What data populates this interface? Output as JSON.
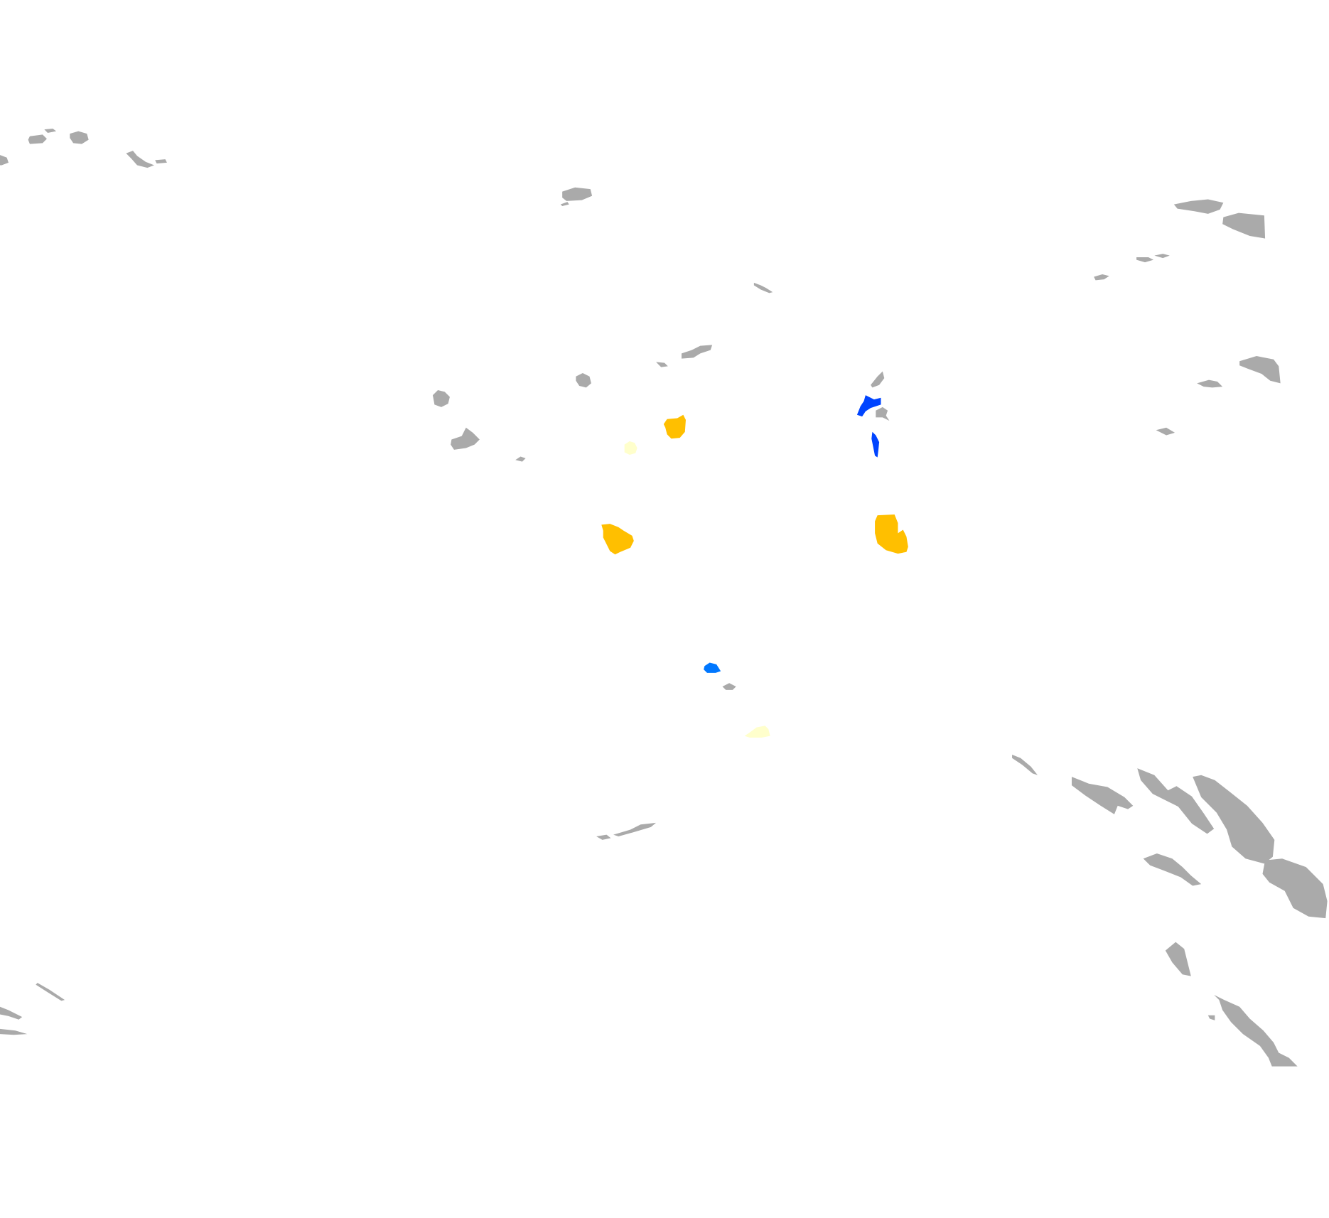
{
  "map": {
    "background_color": "#ffffff",
    "colors": {
      "no_data": "#aaaaaa",
      "orange": "#ffbf00",
      "pale_yellow": "#ffffcc",
      "dark_blue": "#0044ff",
      "light_blue": "#0077ff"
    },
    "regions": [
      {
        "category": "orange"
      },
      {
        "category": "orange"
      },
      {
        "category": "orange"
      },
      {
        "category": "pale_yellow"
      },
      {
        "category": "pale_yellow"
      },
      {
        "category": "dark_blue"
      },
      {
        "category": "dark_blue"
      },
      {
        "category": "light_blue"
      }
    ]
  }
}
